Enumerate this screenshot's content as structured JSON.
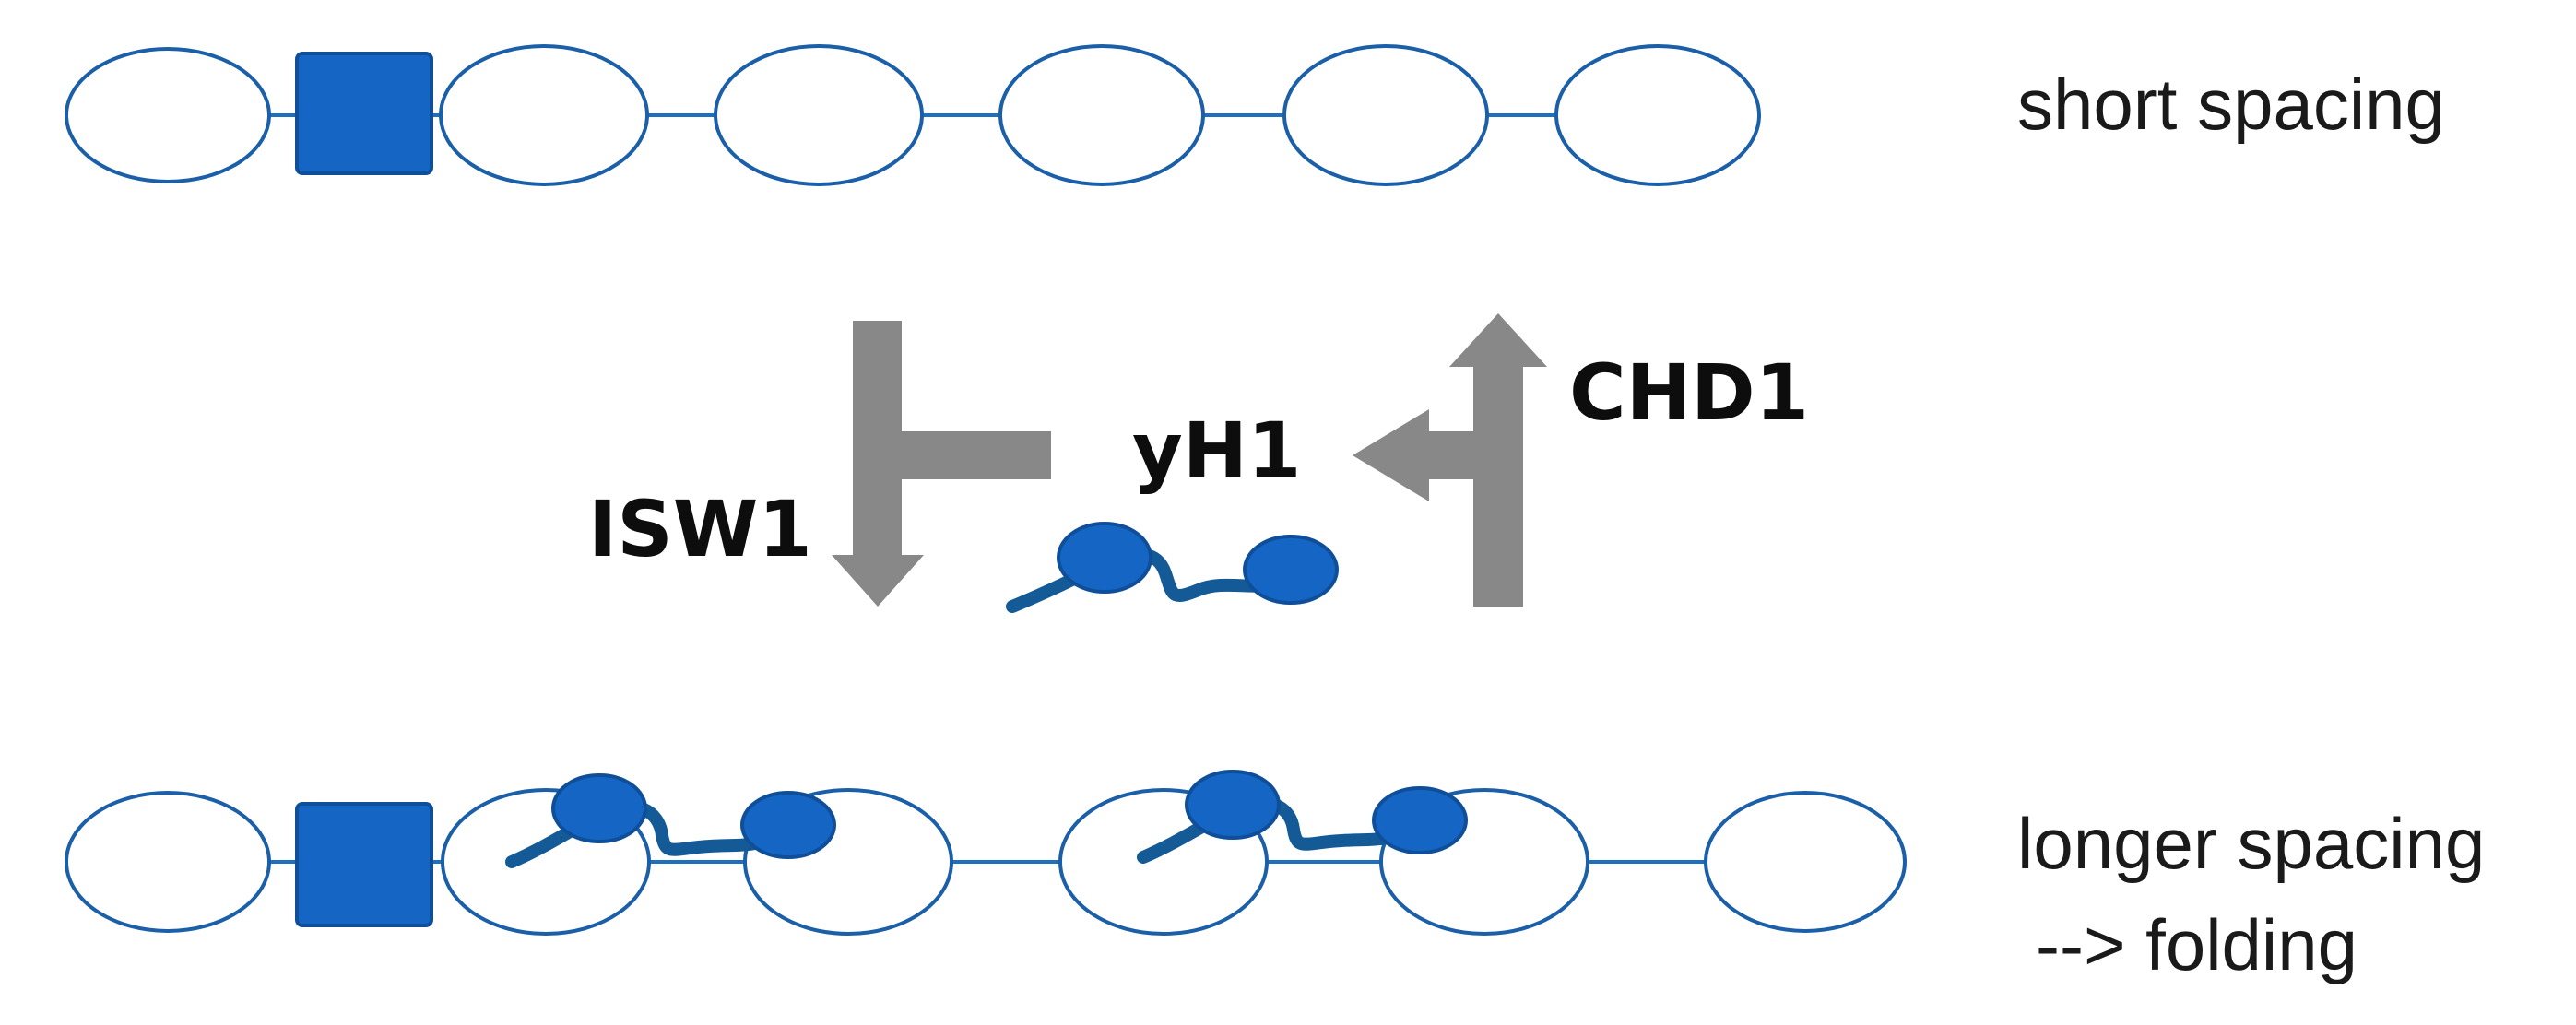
{
  "labels": {
    "short_spacing": "short spacing",
    "longer_spacing_line1": "longer spacing",
    "longer_spacing_line2": "--> folding",
    "isw1": "ISW1",
    "chd1": "CHD1",
    "yh1": "yH1"
  },
  "colors": {
    "strand": "#1f6fc0",
    "nucleosome_outline": "#1a5fa8",
    "square_fill": "#1566c4",
    "h1_fill": "#1566c4",
    "h1_tail": "#145a96",
    "arrow": "#888888",
    "text": "#1a1a1a"
  },
  "icons": {
    "nucleosome": "ellipse-outline",
    "bound_factor": "filled-square",
    "linker_histone": "dumbbell-with-tail",
    "isw1_arrow": "bent-down-arrow",
    "chd1_arrow": "bent-up-arrow"
  }
}
